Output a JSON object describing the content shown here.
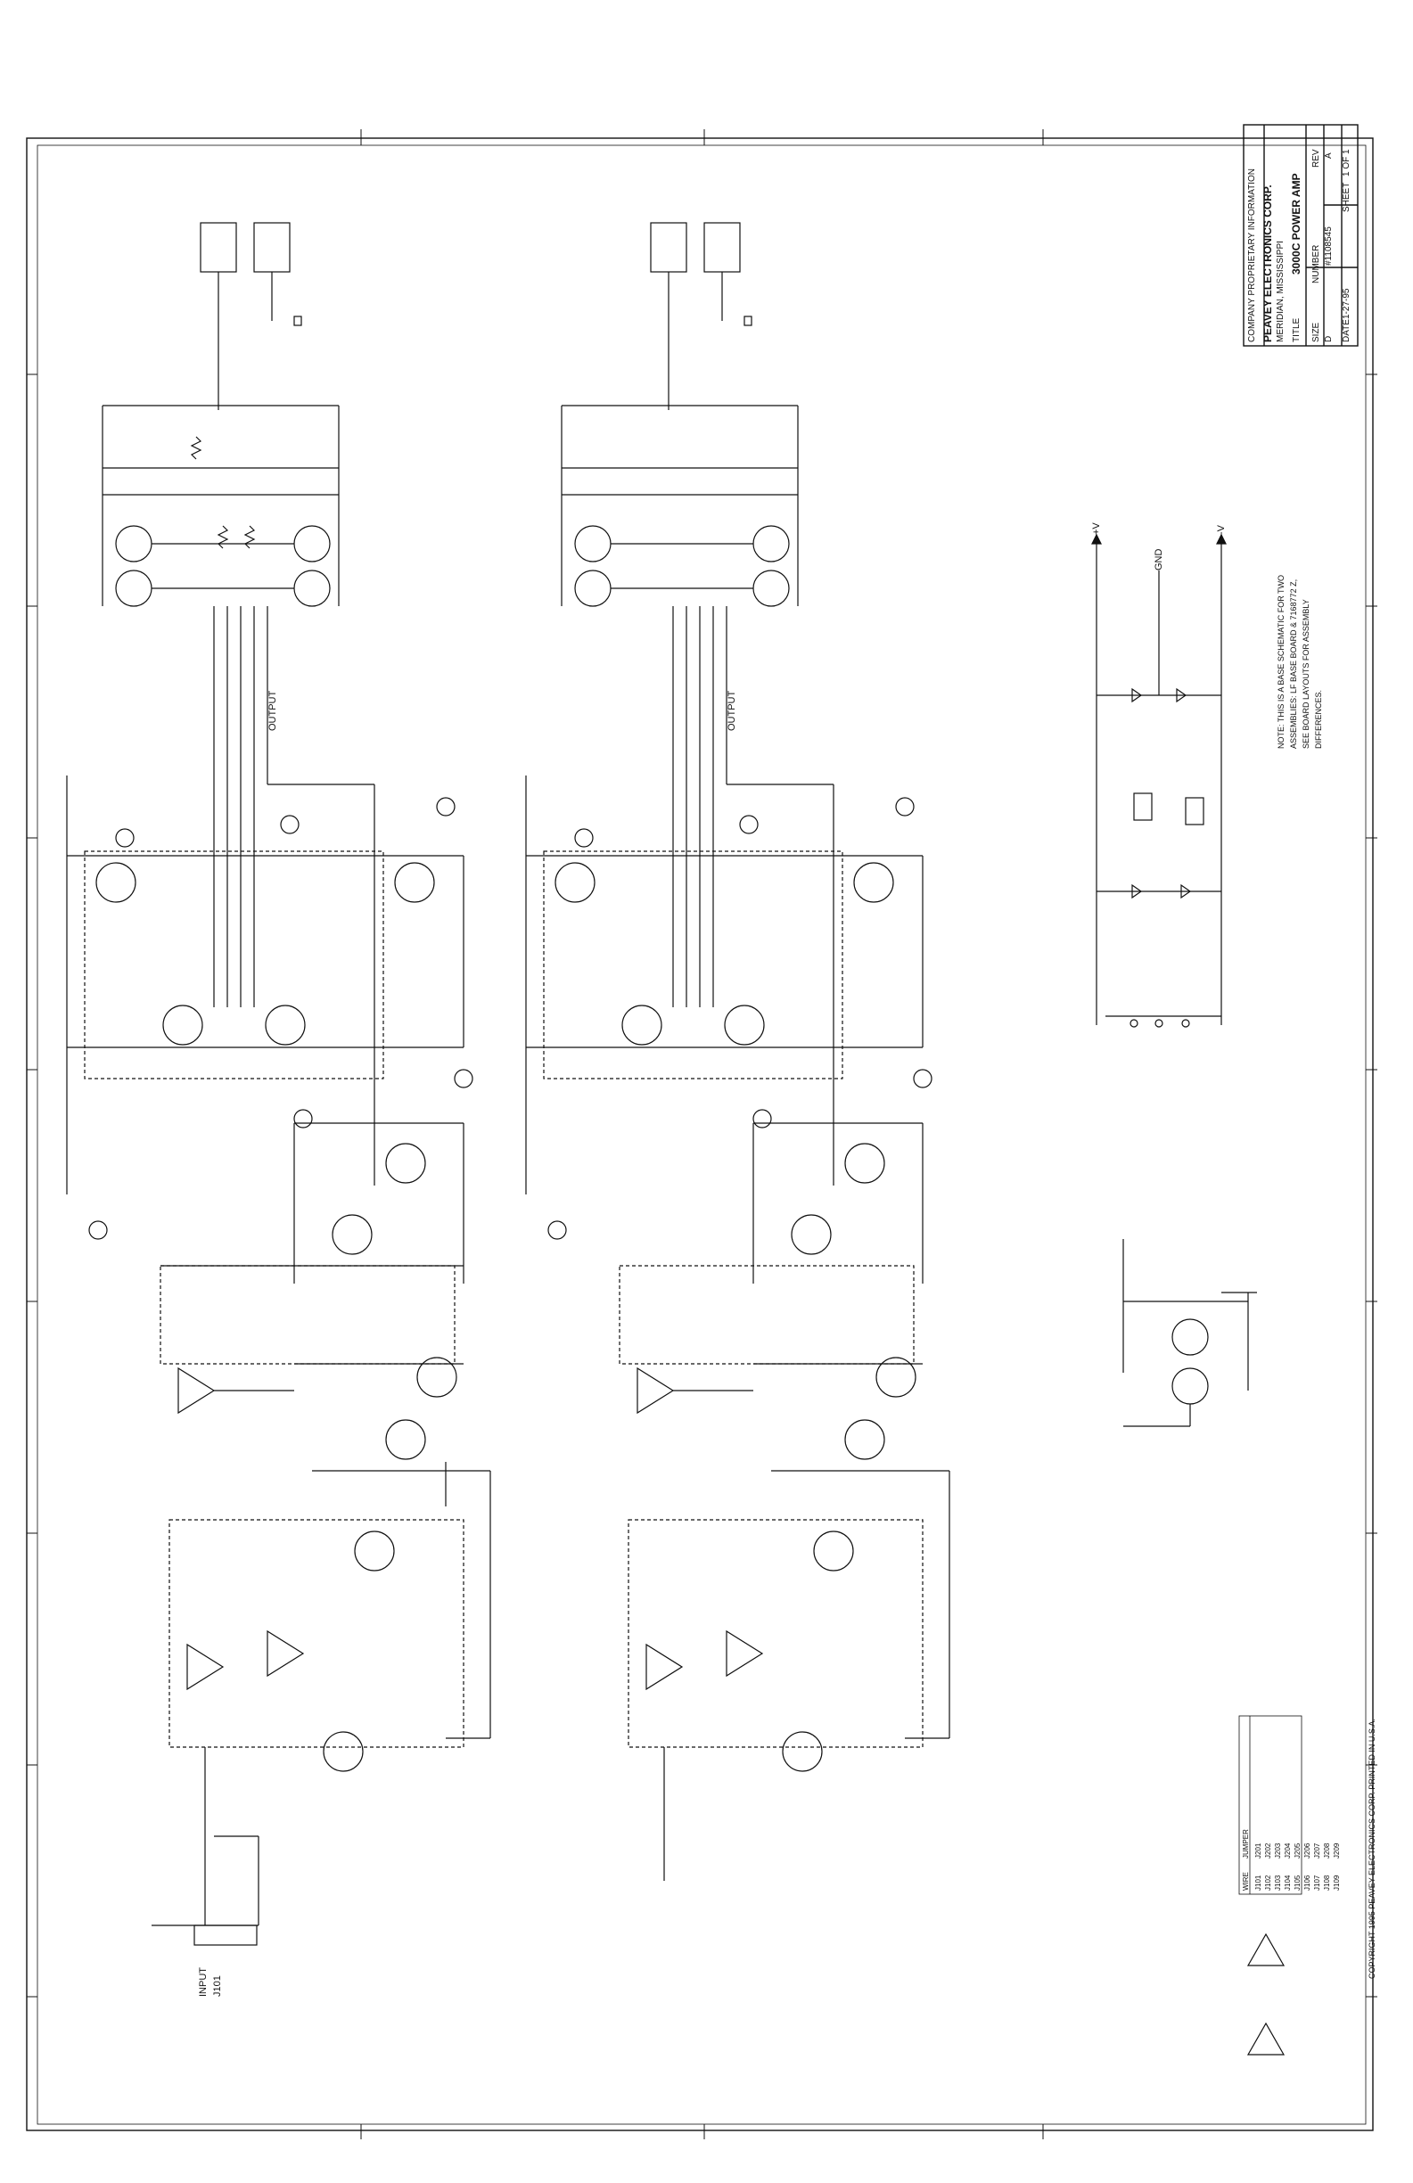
{
  "title_block": {
    "notice": "COMPANY PROPRIETARY INFORMATION",
    "company": "PEAVEY ELECTRONICS CORP.",
    "city": "MERIDIAN, MISSISSIPPI",
    "title_label": "TITLE",
    "title": "3000C POWER AMP",
    "size_label": "SIZE",
    "size": "D",
    "number_label": "NUMBER",
    "number": "#1108545",
    "rev_label": "REV",
    "rev": "A",
    "date_label": "DATE",
    "date": "1-27-95",
    "sheet_label": "SHEET",
    "sheet": "1 OF 1"
  },
  "note": {
    "line1": "NOTE: THIS IS A BASE SCHEMATIC FOR TWO",
    "line2": "ASSEMBLIES: LF BASE BOARD & 7168772 Z,",
    "line3": "SEE BOARD LAYOUTS FOR ASSEMBLY DIFFERENCES."
  },
  "copyright": "COPYRIGHT 1995 PEAVEY ELECTRONICS CORP. PRINTED IN U.S.A.",
  "jumpers": {
    "header_wire": "WIRE",
    "header_jumper": "JUMPER",
    "col1": [
      "J101",
      "J102",
      "J103",
      "J104",
      "J105",
      "J106",
      "J107",
      "J108",
      "J109"
    ],
    "col2": [
      "J201",
      "J202",
      "J203",
      "J204",
      "J205",
      "J206",
      "J207",
      "J208",
      "J209"
    ]
  },
  "labels": {
    "left_connector": "INPUT",
    "left_connector_ref": "J101",
    "left_output": "OUTPUT",
    "right_output": "OUTPUT",
    "p_plus": "+V",
    "p_minus": "-V",
    "gnd": "GND"
  }
}
